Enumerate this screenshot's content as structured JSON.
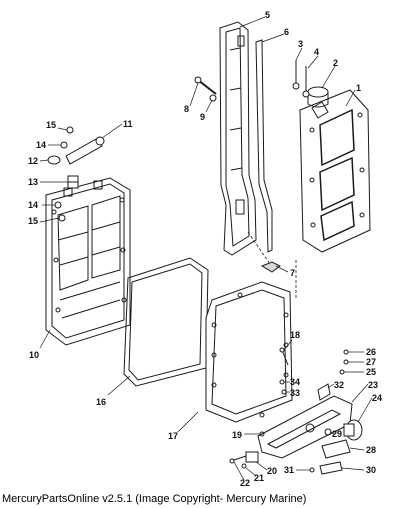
{
  "caption": "MercuryPartsOnline v2.5.1 (Image Copyright- Mercury Marine)",
  "callouts": [
    "1",
    "2",
    "3",
    "4",
    "5",
    "6",
    "7",
    "8",
    "9",
    "10",
    "11",
    "12",
    "13",
    "14",
    "14",
    "15",
    "15",
    "16",
    "17",
    "18",
    "19",
    "20",
    "21",
    "22",
    "23",
    "24",
    "25",
    "26",
    "27",
    "28",
    "29",
    "30",
    "31",
    "32",
    "33",
    "34"
  ]
}
